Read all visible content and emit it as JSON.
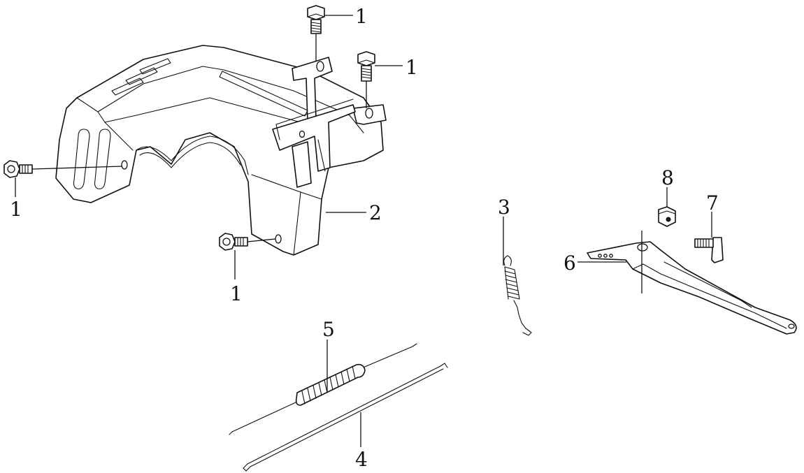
{
  "diagram": {
    "type": "exploded parts diagram",
    "callouts": {
      "bolt_top": "1",
      "bolt_upper_right": "1",
      "bolt_left": "1",
      "bolt_bottom": "1",
      "shield": "2",
      "small_spring": "3",
      "rod": "4",
      "long_spring": "5",
      "lever": "6",
      "pin_bolt": "7",
      "nut": "8"
    }
  }
}
